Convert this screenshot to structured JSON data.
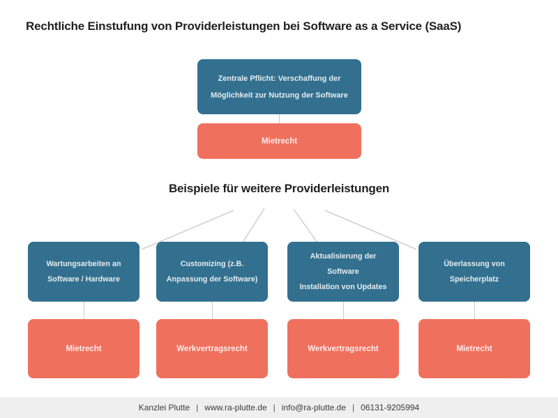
{
  "title": "Rechtliche Einstufung von Providerleistungen bei Software as a Service (SaaS)",
  "subtitle": "Beispiele für weitere Providerleistungen",
  "central": {
    "duty": "Zentrale Pflicht: Verschaffung der\nMöglichkeit zur Nutzung der Software",
    "classification": "Mietrecht"
  },
  "branches": [
    {
      "service": "Wartungsarbeiten an\nSoftware / Hardware",
      "classification": "Mietrecht"
    },
    {
      "service": "Customizing (z.B.\nAnpassung der Software)",
      "classification": "Werkvertragsrecht"
    },
    {
      "service": "Aktualisierung der Software\nInstallation von Updates",
      "classification": "Werkvertragsrecht"
    },
    {
      "service": "Überlassung von\nSpeicherplatz",
      "classification": "Mietrecht"
    }
  ],
  "footer": {
    "items": [
      "Kanzlei Plutte",
      "www.ra-plutte.de",
      "info@ra-plutte.de",
      "06131-9205994"
    ],
    "separator": "|"
  },
  "colors": {
    "service_box": "#33708f",
    "classification_box": "#f0705e",
    "connector": "#c9c9c9",
    "footer_bg": "#efefef"
  }
}
